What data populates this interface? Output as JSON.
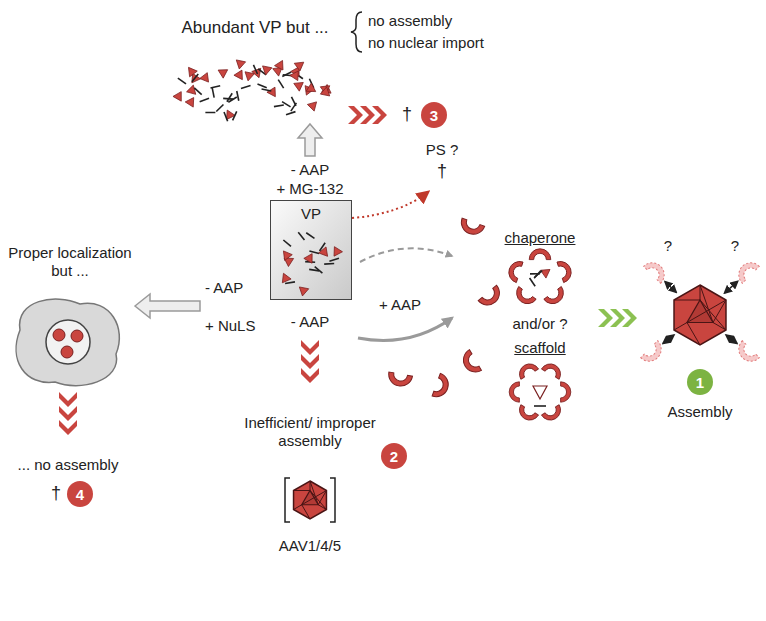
{
  "diagram": {
    "nodes": [
      {
        "text": [
          "3"
        ]
      },
      {
        "text": [
          "VP"
        ]
      },
      {
        "text": [
          "1"
        ]
      },
      {
        "text": [
          "2"
        ]
      },
      {
        "text": [
          "4"
        ]
      }
    ],
    "labels": [
      "Abundant VP but ...",
      "no assembly",
      "no nuclear import",
      "†",
      "PS ?",
      "†",
      "- AAP",
      "+ MG-132",
      "Proper localization but ...",
      "- AAP",
      "+ NuLS",
      "... no assembly",
      "†",
      "- AAP",
      "Inefficient/ improper assembly",
      "AAV1/4/5",
      "+ AAP",
      "chaperone",
      "and/or ?",
      "scaffold",
      "?",
      "?",
      "Assembly"
    ]
  }
}
